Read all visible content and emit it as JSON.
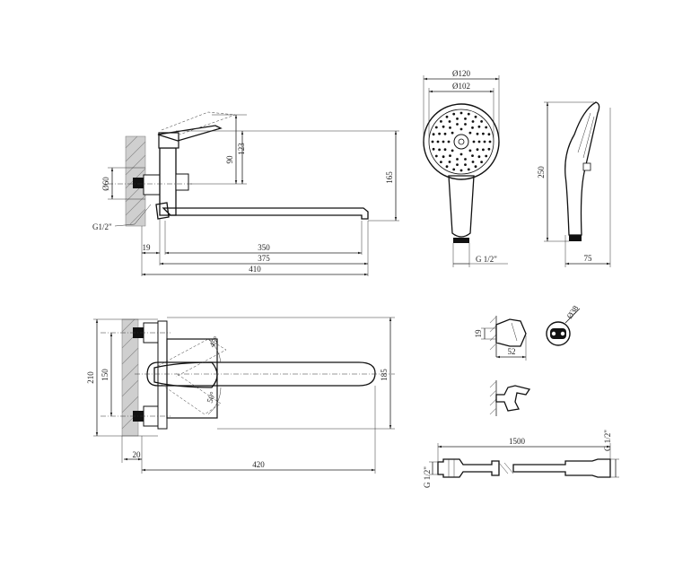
{
  "faucet_side": {
    "spout_350": "350",
    "spout_375": "375",
    "overall_410": "410",
    "wall_19": "19",
    "height_90": "90",
    "height_123": "123",
    "height_165": "165",
    "flange_dia": "Ø60",
    "thread": "G1/2\""
  },
  "faucet_top": {
    "width_210": "210",
    "centers_150": "150",
    "reach_185": "185",
    "length_420": "420",
    "offset_20": "20",
    "angle_45": "45°",
    "angle_50": "50°"
  },
  "hand_shower_front": {
    "dia_120": "Ø120",
    "dia_102": "Ø102",
    "thread": "G 1/2\""
  },
  "hand_shower_side": {
    "length_250": "250",
    "depth_75": "75"
  },
  "holder": {
    "height_19": "19",
    "depth_52": "52",
    "dia_38": "Ø38"
  },
  "hose": {
    "length_1500": "1500",
    "thread_left": "G 1/2\"",
    "thread_right": "G 1/2\""
  }
}
